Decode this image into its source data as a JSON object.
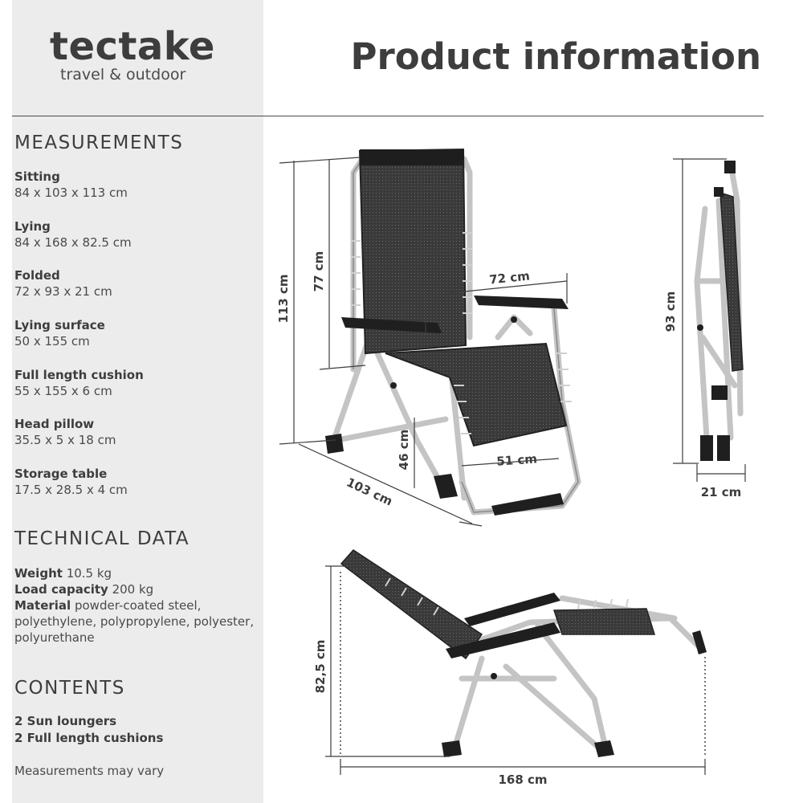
{
  "brand": {
    "name": "tectake",
    "tagline": "travel & outdoor"
  },
  "title": "Product information",
  "measurements": {
    "heading": "MEASUREMENTS",
    "items": [
      {
        "label": "Sitting",
        "value": "84 x 103 x 113 cm"
      },
      {
        "label": "Lying",
        "value": "84 x 168 x 82.5 cm"
      },
      {
        "label": "Folded",
        "value": "72 x 93 x 21 cm"
      },
      {
        "label": "Lying surface",
        "value": "50 x 155 cm"
      },
      {
        "label": "Full length cushion",
        "value": "55 x 155 x 6 cm"
      },
      {
        "label": "Head pillow",
        "value": "35.5 x 5 x 18 cm"
      },
      {
        "label": "Storage table",
        "value": "17.5 x 28.5 x 4 cm"
      }
    ]
  },
  "technical": {
    "heading": "TECHNICAL DATA",
    "weight_label": "Weight",
    "weight_value": "10.5 kg",
    "load_label": "Load capacity",
    "load_value": "200 kg",
    "material_label": "Material",
    "material_value": "powder-coated steel, polyethylene, polypropylene, polyester, polyurethane"
  },
  "contents": {
    "heading": "CONTENTS",
    "items": [
      "2 Sun loungers",
      "2 Full length cushions"
    ]
  },
  "disclaimer": "Measurements may vary",
  "dimensions": {
    "height_total": "113 cm",
    "backrest_height": "77 cm",
    "armrest_width": "72 cm",
    "seat_height": "46 cm",
    "seat_width": "51 cm",
    "depth": "103 cm",
    "folded_height": "93 cm",
    "folded_depth": "21 cm",
    "lying_height": "82,5 cm",
    "lying_length": "168 cm"
  },
  "colors": {
    "sidebar": "#ececec",
    "text": "#3d3d3d",
    "frame": "#c9c9c9",
    "mesh": "#3a3a3a"
  }
}
